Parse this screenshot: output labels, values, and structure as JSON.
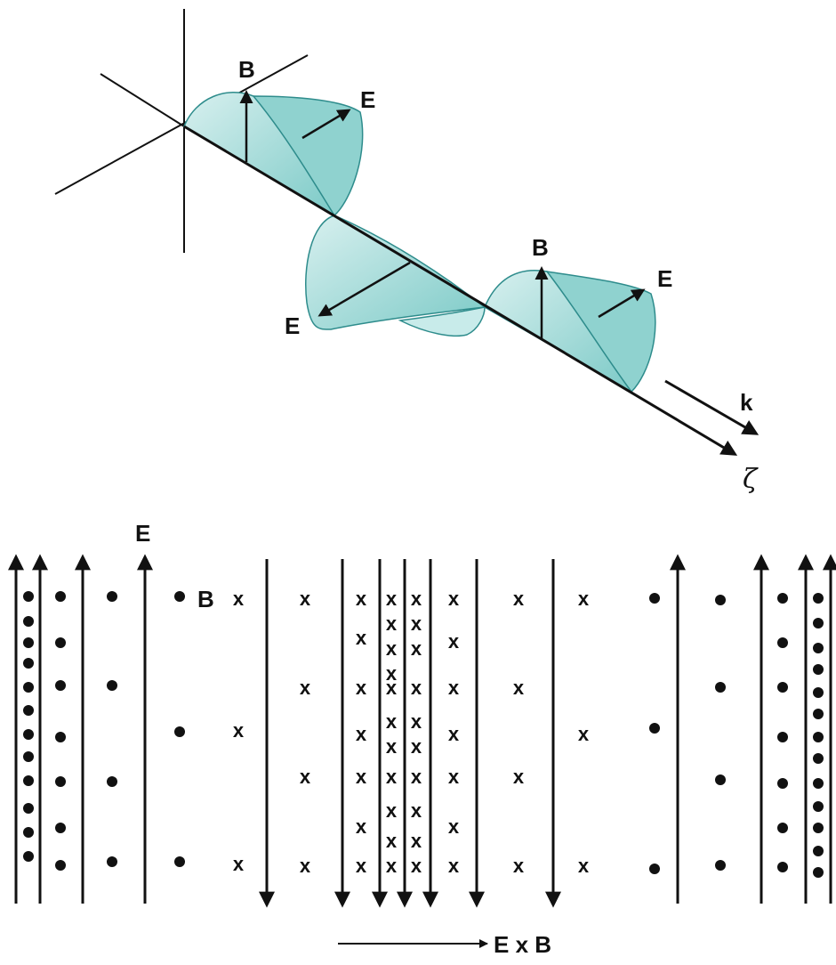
{
  "wave_diagram": {
    "labels": {
      "b_top": "B",
      "e_top": "E",
      "e_mid": "E",
      "b_right": "B",
      "e_right": "E",
      "k": "k",
      "zeta": "ζ"
    },
    "colors": {
      "lobe_fill": "#a9dcdc",
      "lobe_stroke": "#2e8c8c",
      "ink": "#111111"
    }
  },
  "field_diagram": {
    "labels": {
      "e_field": "E",
      "b_field": "B",
      "direction": "E x B"
    },
    "symbols": {
      "cross": "x"
    }
  }
}
